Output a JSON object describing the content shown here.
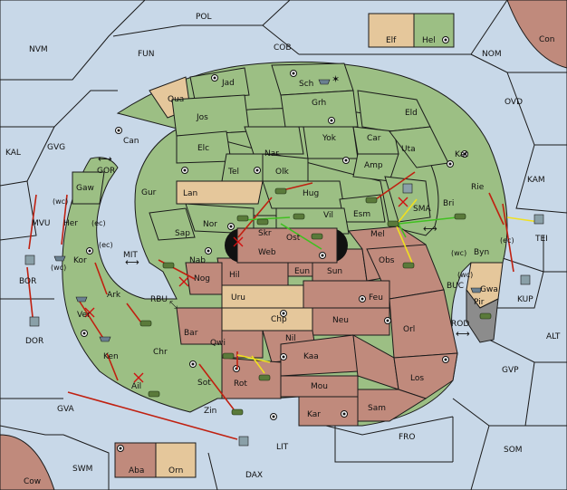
{
  "colors": {
    "sea": "#c8d8e8",
    "green": "#9cbf84",
    "tan": "#e5c79b",
    "rose": "#c08a7c",
    "grey": "#8c8c8c",
    "red": "#c02010",
    "yellow": "#f0e020",
    "lime": "#40c020"
  },
  "sea_labels": {
    "pol": "POL",
    "nvm": "NVM",
    "fun": "FUN",
    "cob": "COB",
    "nom": "NOM",
    "con": "Con",
    "ovd": "OVD",
    "kal": "KAL",
    "gvg": "GVG",
    "gor": "GOR",
    "kam": "KAM",
    "mvu": "MVU",
    "bor": "BOR",
    "dor": "DOR",
    "mit": "MIT",
    "rbu": "RBU",
    "tei": "TEI",
    "kup": "KUP",
    "buc": "BUC",
    "rod": "ROD",
    "alt": "ALT",
    "gvp": "GVP",
    "gva": "GVA",
    "lit": "LIT",
    "fro": "FRO",
    "som": "SOM",
    "swm": "SWM",
    "dax": "DAX",
    "cow": "Cow"
  },
  "land_labels": {
    "elf": "Elf",
    "hel": "Hel",
    "jad": "Jad",
    "sch": "Sch",
    "qua": "Qua",
    "jos": "Jos",
    "grh": "Grh",
    "eld": "Eld",
    "can": "Can",
    "elc": "Elc",
    "nar": "Nar",
    "yok": "Yok",
    "car": "Car",
    "uta": "Uta",
    "kat": "Kat",
    "tel": "Tel",
    "olk": "Olk",
    "amp": "Amp",
    "gur": "Gur",
    "lan": "Lan",
    "hug": "Hug",
    "rie": "Rie",
    "gaw": "Gaw",
    "her": "Her",
    "bri": "Bri",
    "esm": "Esm",
    "sma": "SMA",
    "nor": "Nor",
    "skr": "Skr",
    "vil": "Vil",
    "sap": "Sap",
    "ost": "Ost",
    "mel": "Mel",
    "kor": "Kor",
    "web": "Web",
    "byn": "Byn",
    "nab": "Nab",
    "eun": "Eun",
    "sun": "Sun",
    "obs": "Obs",
    "gwa": "Gwa",
    "hil": "Hil",
    "nog": "Nog",
    "ark": "Ark",
    "uru": "Uru",
    "feu": "Feu",
    "pir": "Pir",
    "ver": "Ver",
    "chp": "Chp",
    "neu": "Neu",
    "orl": "Orl",
    "bar": "Bar",
    "qwi": "Qwi",
    "nil": "Nil",
    "chr": "Chr",
    "ken": "Ken",
    "kaa": "Kaa",
    "los": "Los",
    "ail": "Ail",
    "sot": "Sot",
    "rot": "Rot",
    "mou": "Mou",
    "zin": "Zin",
    "kar": "Kar",
    "sam": "Sam",
    "aba": "Aba",
    "orn": "Orn"
  },
  "coast_labels": {
    "wc1": "(wc)",
    "ec1": "(ec)",
    "wc2": "(wc)",
    "ec2": "(ec)",
    "wc3": "(wc)",
    "ec3": "(ec)",
    "wc4": "(wc)"
  }
}
